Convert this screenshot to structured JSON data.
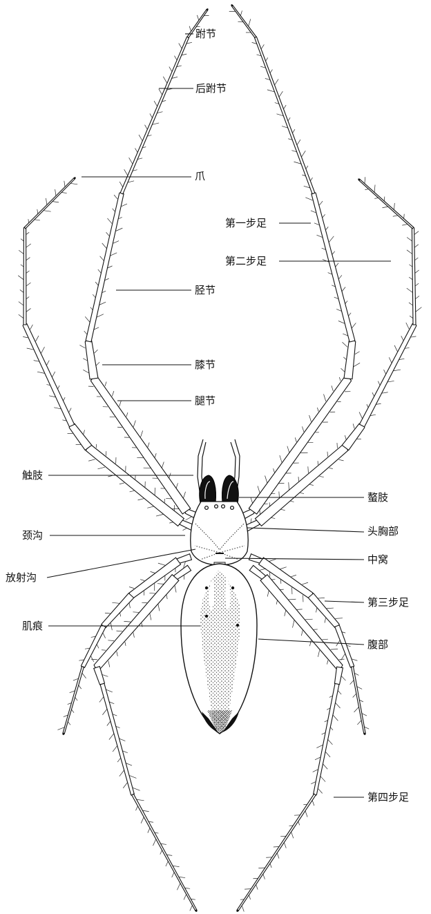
{
  "labels": {
    "tarsus": "跗节",
    "metatarsus": "后跗节",
    "claw": "爪",
    "leg1": "第一步足",
    "leg2": "第二步足",
    "tibia": "胫节",
    "patella": "膝节",
    "femur": "腿节",
    "pedipalp": "触肢",
    "chelicera": "螯肢",
    "cervical_groove": "颈沟",
    "cephalothorax": "头胸部",
    "fovea": "中窝",
    "radial_groove": "放射沟",
    "leg3": "第三步足",
    "muscle_scar": "肌痕",
    "abdomen": "腹部",
    "leg4": "第四步足"
  }
}
